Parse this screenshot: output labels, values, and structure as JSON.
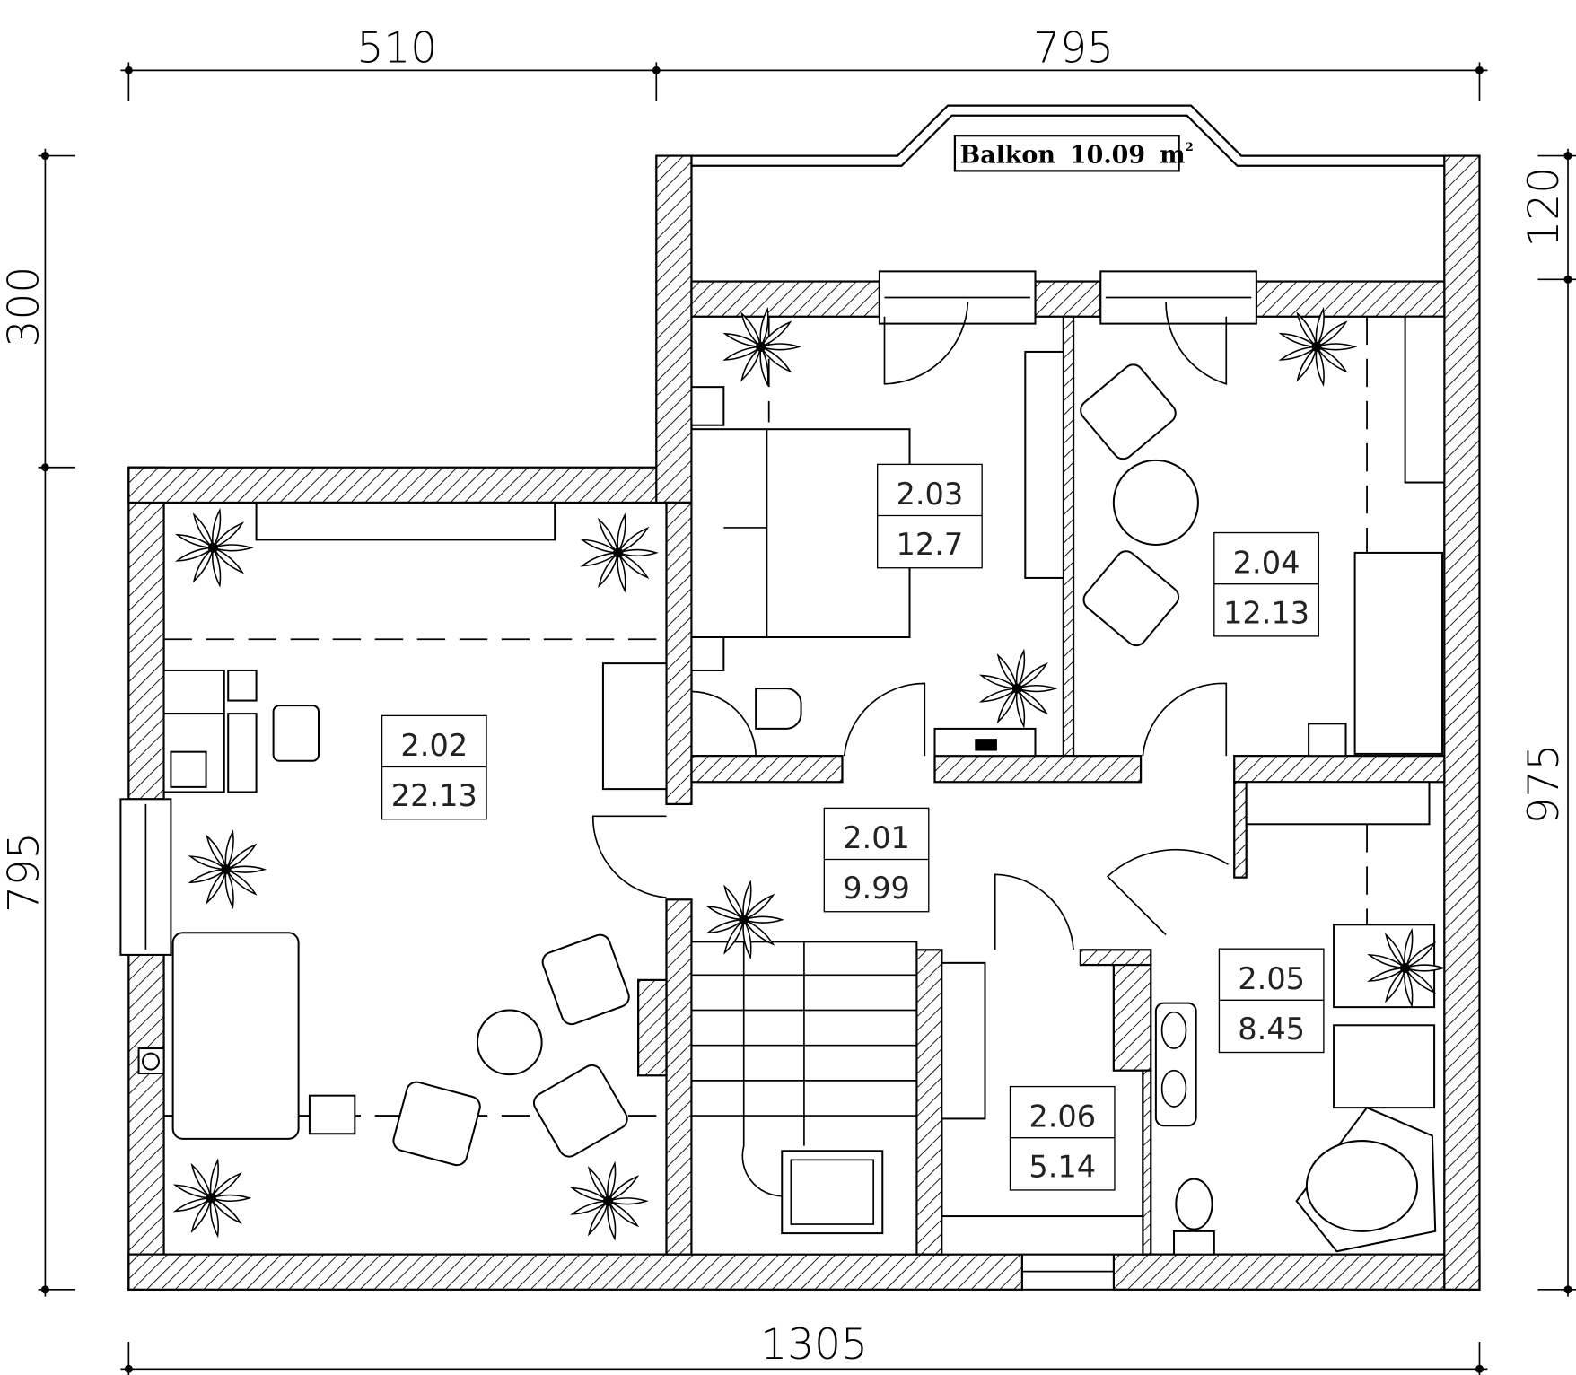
{
  "dimensions": {
    "top_left": "510",
    "top_right": "795",
    "left_upper": "300",
    "left_lower": "795",
    "right_upper": "120",
    "right_lower": "975",
    "bottom": "1305"
  },
  "balcony": {
    "label": "Balkon",
    "area": "10.09",
    "unit": "m",
    "unit_sup": "2"
  },
  "rooms": [
    {
      "number": "2.01",
      "area": "9.99"
    },
    {
      "number": "2.02",
      "area": "22.13"
    },
    {
      "number": "2.03",
      "area": "12.7"
    },
    {
      "number": "2.04",
      "area": "12.13"
    },
    {
      "number": "2.05",
      "area": "8.45"
    },
    {
      "number": "2.06",
      "area": "5.14"
    }
  ]
}
